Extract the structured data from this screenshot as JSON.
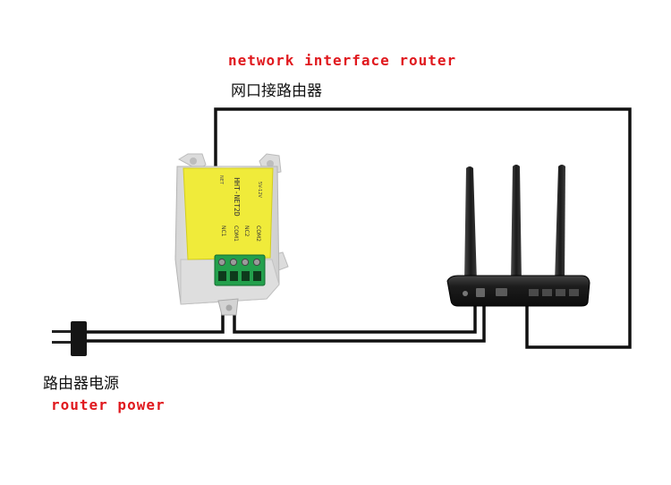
{
  "labels": {
    "top_en": "network interface router",
    "top_zh": "网口接路由器",
    "bottom_zh": "路由器电源",
    "bottom_en": "router power"
  },
  "module": {
    "model": "HHT-NET2D",
    "net_label": "NET",
    "power_label": "5V-12V",
    "terminals": [
      "NC1",
      "COM1",
      "NC2",
      "COM2"
    ]
  },
  "colors": {
    "english_text": "#e0191e",
    "module_body": "#f0eb3a",
    "module_case": "#e9e9e9",
    "terminal_green": "#23a04c",
    "wire": "#111111",
    "router_body": "#1c1c1c"
  },
  "icons": [
    "power-plug-icon",
    "wifi-router-icon",
    "relay-module-icon"
  ]
}
